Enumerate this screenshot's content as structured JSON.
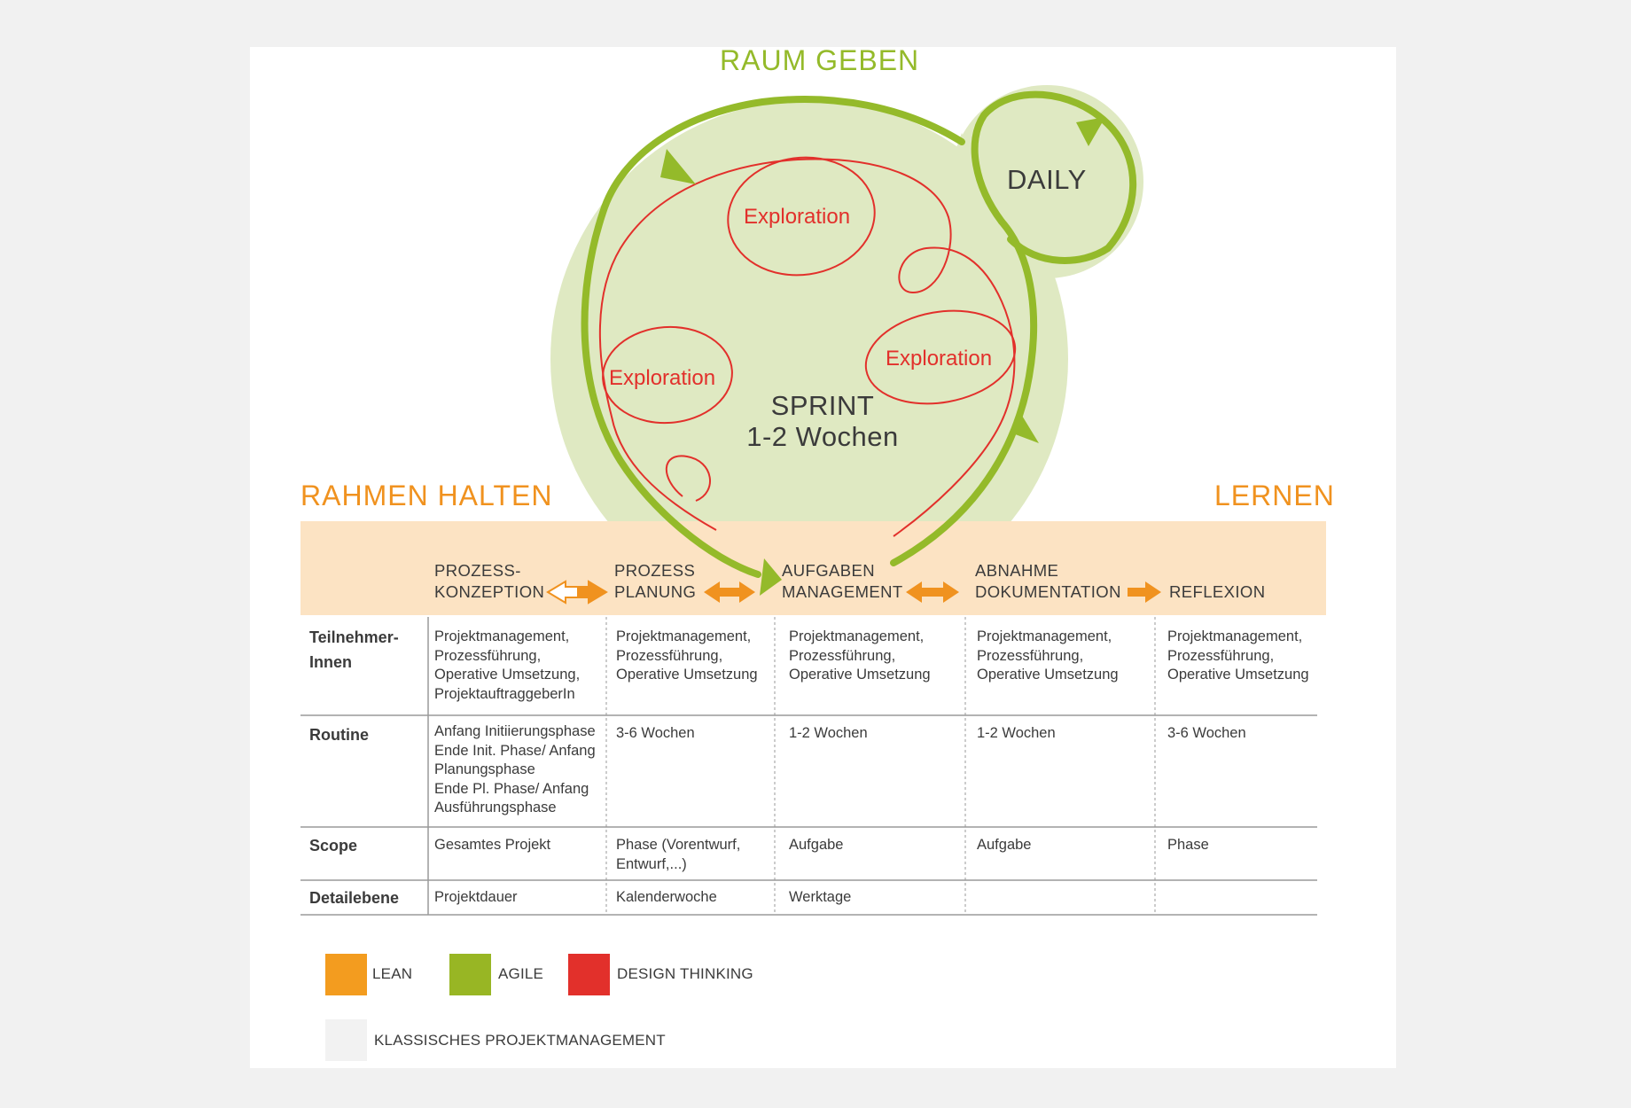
{
  "headers": {
    "raum_geben": "RAUM GEBEN",
    "rahmen_halten": "RAHMEN HALTEN",
    "lernen": "LERNEN"
  },
  "diagram": {
    "daily": "DAILY",
    "sprint_title": "SPRINT",
    "sprint_duration": "1-2 Wochen",
    "exploration_labels": [
      "Exploration",
      "Exploration",
      "Exploration"
    ]
  },
  "phases": [
    {
      "line1": "PROZESS-",
      "line2": "KONZEPTION"
    },
    {
      "line1": "PROZESS",
      "line2": "PLANUNG"
    },
    {
      "line1": "AUFGABEN",
      "line2": "MANAGEMENT"
    },
    {
      "line1": "ABNAHME",
      "line2": "DOKUMENTATION"
    },
    {
      "line1": "",
      "line2": "REFLEXION"
    }
  ],
  "table": {
    "rows": [
      {
        "header": "Teilnehmer-\nInnen",
        "cells": [
          "Projektmanagement,\nProzessführung,\nOperative Umsetzung,\nProjektauftraggeberIn",
          "Projektmanagement,\nProzessführung,\nOperative Umsetzung",
          "Projektmanagement,\nProzessführung,\nOperative Umsetzung",
          "Projektmanagement,\nProzessführung,\nOperative Umsetzung",
          "Projektmanagement,\nProzessführung,\nOperative Umsetzung"
        ]
      },
      {
        "header": "Routine",
        "cells": [
          "Anfang Initiierungsphase\nEnde Init. Phase/ Anfang\nPlanungsphase\nEnde Pl. Phase/ Anfang\nAusführungsphase",
          "3-6 Wochen",
          "1-2 Wochen",
          "1-2 Wochen",
          "3-6 Wochen"
        ]
      },
      {
        "header": "Scope",
        "cells": [
          "Gesamtes Projekt",
          "Phase (Vorentwurf,\nEntwurf,...)",
          "Aufgabe",
          "Aufgabe",
          "Phase"
        ]
      },
      {
        "header": "Detailebene",
        "cells": [
          "Projektdauer",
          "Kalenderwoche",
          "Werktage",
          "",
          ""
        ]
      }
    ]
  },
  "legend": [
    {
      "label": "LEAN",
      "color": "#f39c1f"
    },
    {
      "label": "AGILE",
      "color": "#98b624"
    },
    {
      "label": "DESIGN THINKING",
      "color": "#e2302b"
    },
    {
      "label": "KLASSISCHES PROJEKTMANAGEMENT",
      "color": "#f2f2f2"
    }
  ],
  "colors": {
    "agile_green": "#94ba2a",
    "light_green": "#dfe9c2",
    "lean_orange": "#f0921f",
    "band_orange": "#fce3c3",
    "design_red": "#e2302b"
  }
}
